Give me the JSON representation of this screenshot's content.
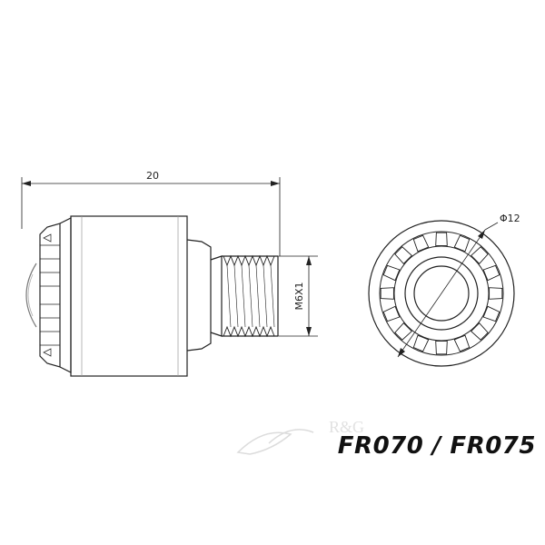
{
  "dimensions": {
    "overall_length": "20",
    "thread_spec": "M6X1",
    "diameter": "Φ12"
  },
  "part_numbers": "FR070 / FR075",
  "watermark": "R&G",
  "colors": {
    "line": "#222222",
    "light_line": "#888888",
    "watermark": "#dcdcdc"
  }
}
